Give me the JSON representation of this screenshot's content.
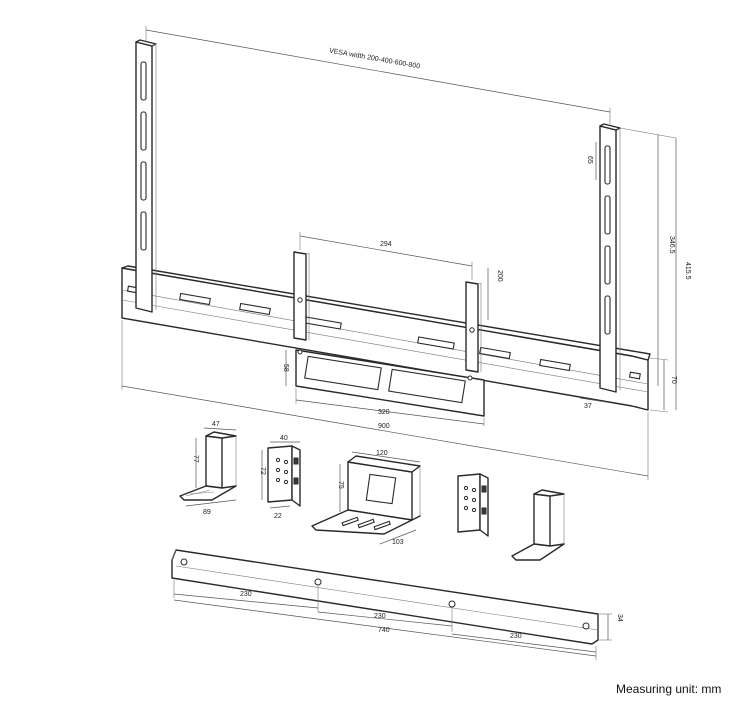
{
  "dimensions": {
    "vesa_width": "VESA width 200-400-600-800",
    "upright_slot": "65",
    "upright_height_inner": "346.5",
    "upright_height_outer": "415.5",
    "speaker_bracket_spacing": "294",
    "speaker_bracket_height": "200",
    "shelf_height": "58",
    "shelf_width": "320",
    "rail_width": "900",
    "rail_offset": "37",
    "rail_height": "70",
    "l_bracket_width": "47",
    "l_bracket_height": "77",
    "l_bracket_depth": "89",
    "small_plate_width": "40",
    "small_plate_height": "72",
    "small_plate_foot": "22",
    "tray_width": "120",
    "tray_height": "75",
    "tray_depth": "103",
    "bar_seg_left": "230",
    "bar_seg_mid": "230",
    "bar_seg_right": "230",
    "bar_length": "740",
    "bar_height": "34"
  },
  "footer": {
    "unit_label": "Measuring unit: mm"
  }
}
